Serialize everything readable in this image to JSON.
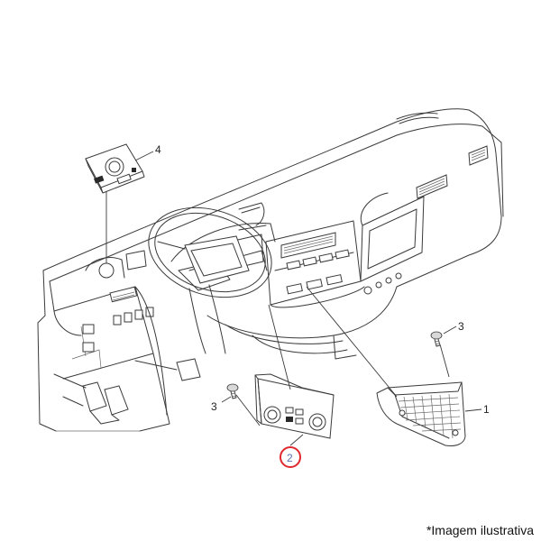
{
  "callouts": {
    "part1": "1",
    "part2": "2",
    "part3_left": "3",
    "part3_right": "3",
    "part4": "4"
  },
  "highlight": {
    "callout": "2",
    "ring_color": "#e0282e",
    "text_color": "#5a6fa8"
  },
  "caption": "*Imagem ilustrativa"
}
